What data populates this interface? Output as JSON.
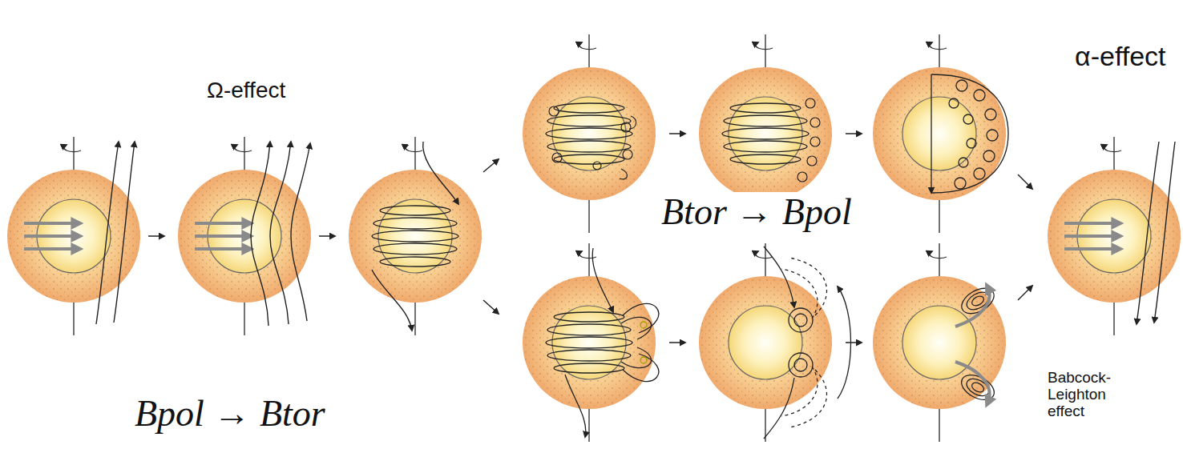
{
  "diagram": {
    "labels": [
      "Ω-effect",
      "Bpol → Btor",
      "Btor → Bpol",
      "α-effect",
      "Babcock-Leighton effect"
    ]
  }
}
